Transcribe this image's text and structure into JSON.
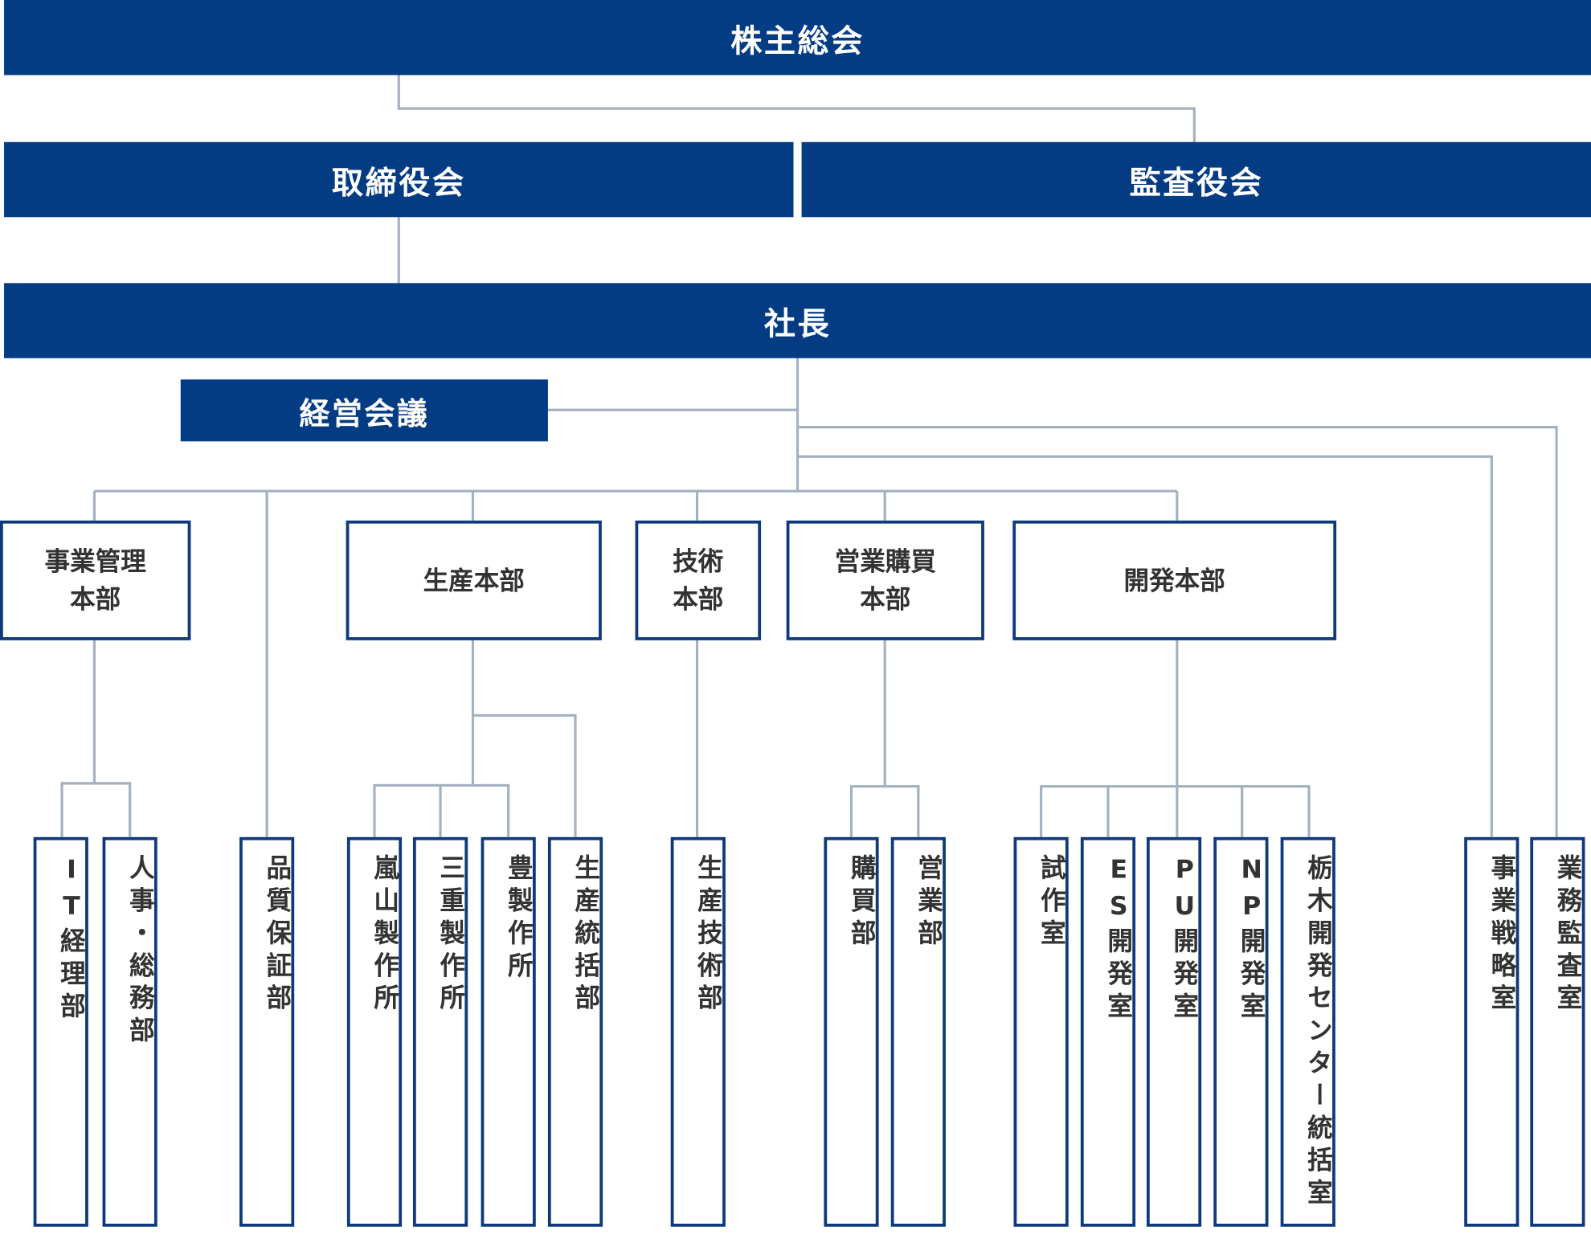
{
  "top": {
    "shareholders": "株主総会",
    "board": "取締役会",
    "auditors": "監査役会",
    "president": "社長",
    "management_meeting": "経営会議"
  },
  "divisions": [
    {
      "key": "business_mgmt",
      "label": "事業管理\n本部"
    },
    {
      "key": "production",
      "label": "生産本部"
    },
    {
      "key": "technology",
      "label": "技術\n本部"
    },
    {
      "key": "sales_purchasing",
      "label": "営業購買\n本部"
    },
    {
      "key": "development",
      "label": "開発本部"
    }
  ],
  "units": [
    {
      "label": "IT経理部",
      "parent": "事業管理本部"
    },
    {
      "label": "人事・総務部",
      "parent": "事業管理本部"
    },
    {
      "label": "品質保証部",
      "parent": "社長"
    },
    {
      "label": "嵐山製作所",
      "parent": "生産本部"
    },
    {
      "label": "三重製作所",
      "parent": "生産本部"
    },
    {
      "label": "豊製作所",
      "parent": "生産本部"
    },
    {
      "label": "生産統括部",
      "parent": "生産本部"
    },
    {
      "label": "生産技術部",
      "parent": "技術本部"
    },
    {
      "label": "購買部",
      "parent": "営業購買本部"
    },
    {
      "label": "営業部",
      "parent": "営業購買本部"
    },
    {
      "label": "試作室",
      "parent": "開発本部"
    },
    {
      "label": "ES開発室",
      "parent": "開発本部"
    },
    {
      "label": "PU開発室",
      "parent": "開発本部"
    },
    {
      "label": "NP開発室",
      "parent": "開発本部"
    },
    {
      "label": "栃木開発センター統括室",
      "parent": "開発本部"
    },
    {
      "label": "事業戦略室",
      "parent": "社長"
    },
    {
      "label": "業務監査室",
      "parent": "社長"
    }
  ],
  "colors": {
    "primary": "#043c84",
    "line": "#a3b1bf",
    "border": "#0e3a7c",
    "text": "#333333"
  }
}
